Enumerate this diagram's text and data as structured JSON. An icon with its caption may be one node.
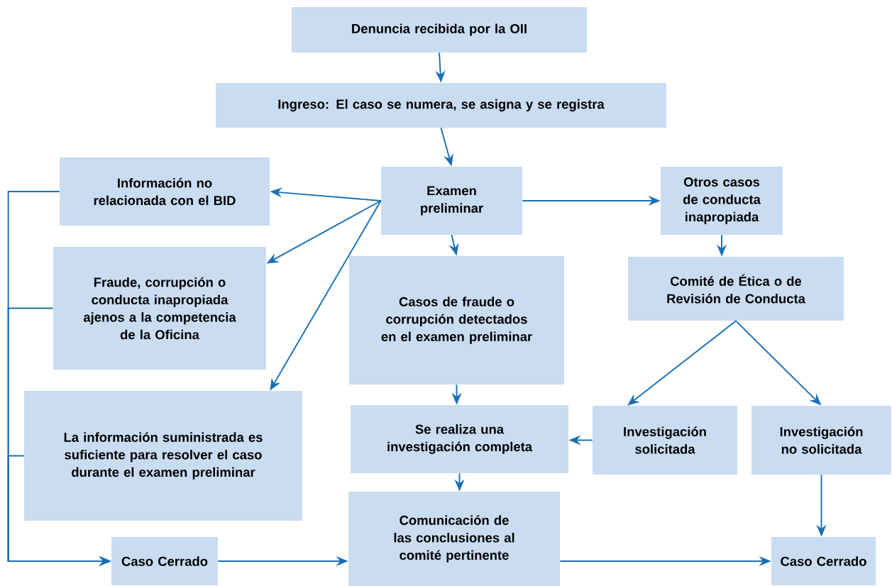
{
  "diagram": {
    "nodes": [
      {
        "text": [
          "Denuncia recibida por la OII"
        ]
      },
      {
        "text": [
          "Ingreso: El caso se numera, se asigna y se registra"
        ]
      },
      {
        "text": [
          "Examen preliminar"
        ]
      },
      {
        "text": [
          "Información no relacionada con el BID"
        ]
      },
      {
        "text": [
          "Fraude, corrupción o conducta inapropiada ajenos a la competencia de la Oficina"
        ]
      },
      {
        "text": [
          "La información suministrada es suficiente para resolver el caso durante el examen preliminar"
        ]
      },
      {
        "text": [
          "Casos de fraude o corrupción detectados en el examen preliminar"
        ]
      },
      {
        "text": [
          "Otros casos de conducta inapropiada"
        ]
      },
      {
        "text": [
          "Comité de Ética o de Revisión de Conducta"
        ]
      },
      {
        "text": [
          "Investigación solicitada"
        ]
      },
      {
        "text": [
          "Investigación no solicitada"
        ]
      },
      {
        "text": [
          "Se realiza una investigación completa"
        ]
      },
      {
        "text": [
          "Comunicación de las conclusiones al comité pertinente"
        ]
      },
      {
        "text": [
          "Caso Cerrado"
        ]
      },
      {
        "text": [
          "Caso Cerrado"
        ]
      }
    ],
    "edges": [
      {
        "from": 0,
        "to": 1,
        "arrow": "to"
      },
      {
        "from": 1,
        "to": 2,
        "arrow": "to"
      },
      {
        "from": 2,
        "to": 3,
        "arrow": "to"
      },
      {
        "from": 2,
        "to": 4,
        "arrow": "to"
      },
      {
        "from": 2,
        "to": 5,
        "arrow": "to"
      },
      {
        "from": 2,
        "to": 6,
        "arrow": "to"
      },
      {
        "from": 2,
        "to": 7,
        "arrow": "to"
      },
      {
        "from": 7,
        "to": 8,
        "arrow": "to"
      },
      {
        "from": 8,
        "to": 9,
        "arrow": "to"
      },
      {
        "from": 8,
        "to": 10,
        "arrow": "to"
      },
      {
        "from": 6,
        "to": 11,
        "arrow": "to"
      },
      {
        "from": 9,
        "to": 11,
        "arrow": "to"
      },
      {
        "from": 11,
        "to": 12,
        "arrow": "to"
      },
      {
        "from": 3,
        "to": 13,
        "arrow": "to"
      },
      {
        "from": 4,
        "to": 13,
        "arrow": "to"
      },
      {
        "from": 5,
        "to": 13,
        "arrow": "to"
      },
      {
        "from": 13,
        "to": 12,
        "arrow": "to"
      },
      {
        "from": 12,
        "to": 14,
        "arrow": "to"
      },
      {
        "from": 10,
        "to": 14,
        "arrow": "to"
      }
    ]
  }
}
